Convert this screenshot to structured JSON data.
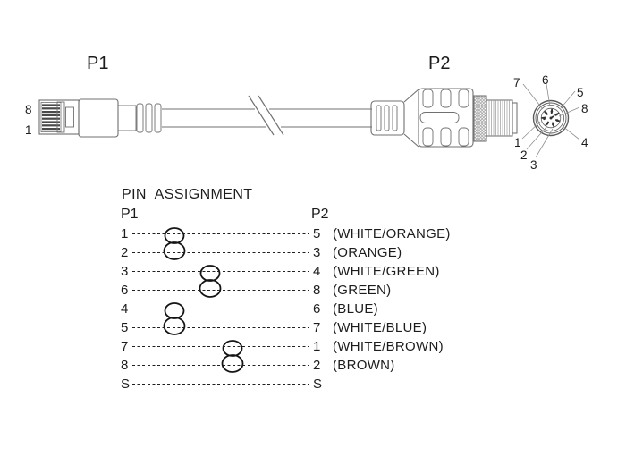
{
  "diagram": {
    "p1_label": "P1",
    "p2_label": "P2",
    "rj45": {
      "type_note": "RJ45 8-pin connector",
      "pin_top_label": "8",
      "pin_bottom_label": "1"
    },
    "m12_face": {
      "type_note": "M12 8-pin male connector face view",
      "pin_labels": {
        "p1": "1",
        "p2": "2",
        "p3": "3",
        "p4": "4",
        "p5": "5",
        "p6": "6",
        "p7": "7",
        "p8": "8"
      }
    }
  },
  "pin_assignment": {
    "title": "PIN  ASSIGNMENT",
    "p1_column_header": "P1",
    "p2_column_header": "P2",
    "rows": [
      {
        "p1": "1",
        "p2": "5",
        "wire_color": "(WHITE/ORANGE)"
      },
      {
        "p1": "2",
        "p2": "3",
        "wire_color": "(ORANGE)"
      },
      {
        "p1": "3",
        "p2": "4",
        "wire_color": "(WHITE/GREEN)"
      },
      {
        "p1": "6",
        "p2": "8",
        "wire_color": "(GREEN)"
      },
      {
        "p1": "4",
        "p2": "6",
        "wire_color": "(BLUE)"
      },
      {
        "p1": "5",
        "p2": "7",
        "wire_color": "(WHITE/BLUE)"
      },
      {
        "p1": "7",
        "p2": "1",
        "wire_color": "(WHITE/BROWN)"
      },
      {
        "p1": "8",
        "p2": "2",
        "wire_color": "(BROWN)"
      },
      {
        "p1": "S",
        "p2": "S",
        "wire_color": ""
      }
    ],
    "twisted_pairs": [
      "1-2",
      "3-6",
      "4-5",
      "7-8"
    ],
    "line_color": "#1f1f1f"
  }
}
